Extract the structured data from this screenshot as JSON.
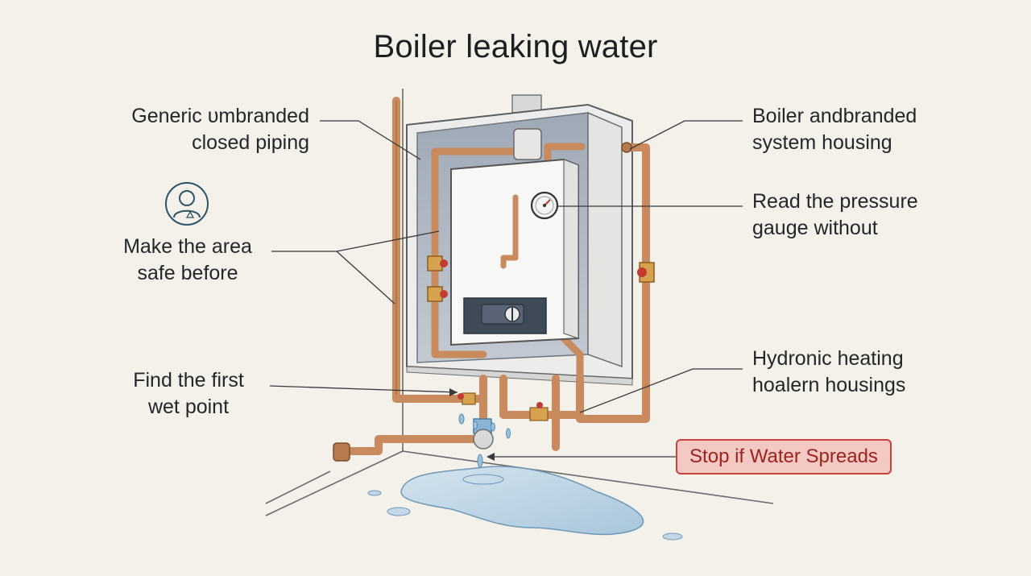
{
  "title": "Boiler leaking water",
  "labels": {
    "generic_piping": [
      "Generic υmbranded",
      "closed piping"
    ],
    "safe_area": [
      "Make the area",
      "safe before"
    ],
    "first_wet_point": [
      "Find the first",
      "wet point"
    ],
    "boiler_housing": [
      "Boiler andbranded",
      "system housing"
    ],
    "pressure_gauge": [
      "Read the pressure",
      "gauge without"
    ],
    "hydronic": [
      "Hydronic heating",
      "hoalern housings"
    ]
  },
  "warning": "Stop if Water Spreads",
  "icons": {
    "safety_person": "person-badge-icon",
    "pressure_gauge": "gauge-icon",
    "valve": "valve-icon"
  },
  "colors": {
    "copper": "#c98b5e",
    "copper_dark": "#9a6440",
    "housing": "#eeeeec",
    "cavity": "#aeb7c2",
    "water": "#bcd3e4",
    "warning_fill": "#f4c9c4",
    "warning_border": "#c8433c",
    "icon_blue": "#2d5366"
  }
}
